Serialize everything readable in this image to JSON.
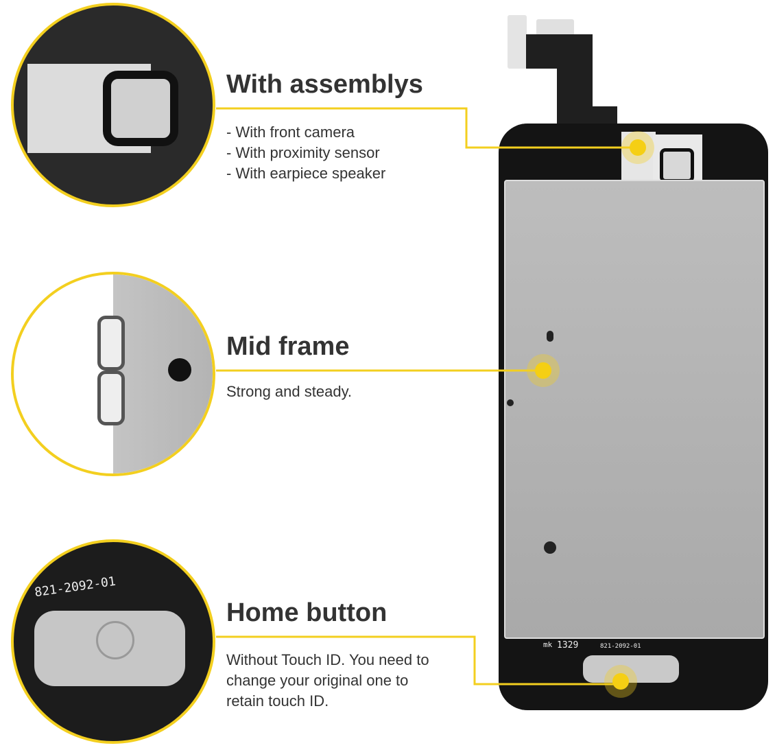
{
  "callouts": [
    {
      "title": "With assemblys",
      "lines": [
        "- With front camera",
        "- With proximity sensor",
        "- With earpiece speaker"
      ]
    },
    {
      "title": "Mid frame",
      "lines": [
        "Strong and steady."
      ]
    },
    {
      "title": "Home button",
      "lines": [
        "Without Touch ID. You need to",
        "change your original one to",
        "retain touch ID."
      ]
    }
  ],
  "phone_prints": {
    "mk": "mk",
    "batch": "1329",
    "part": "821-2092-01"
  },
  "colors": {
    "accent": "#f3cf1f",
    "phone": "#141414",
    "frame": "#b5b5b5"
  }
}
